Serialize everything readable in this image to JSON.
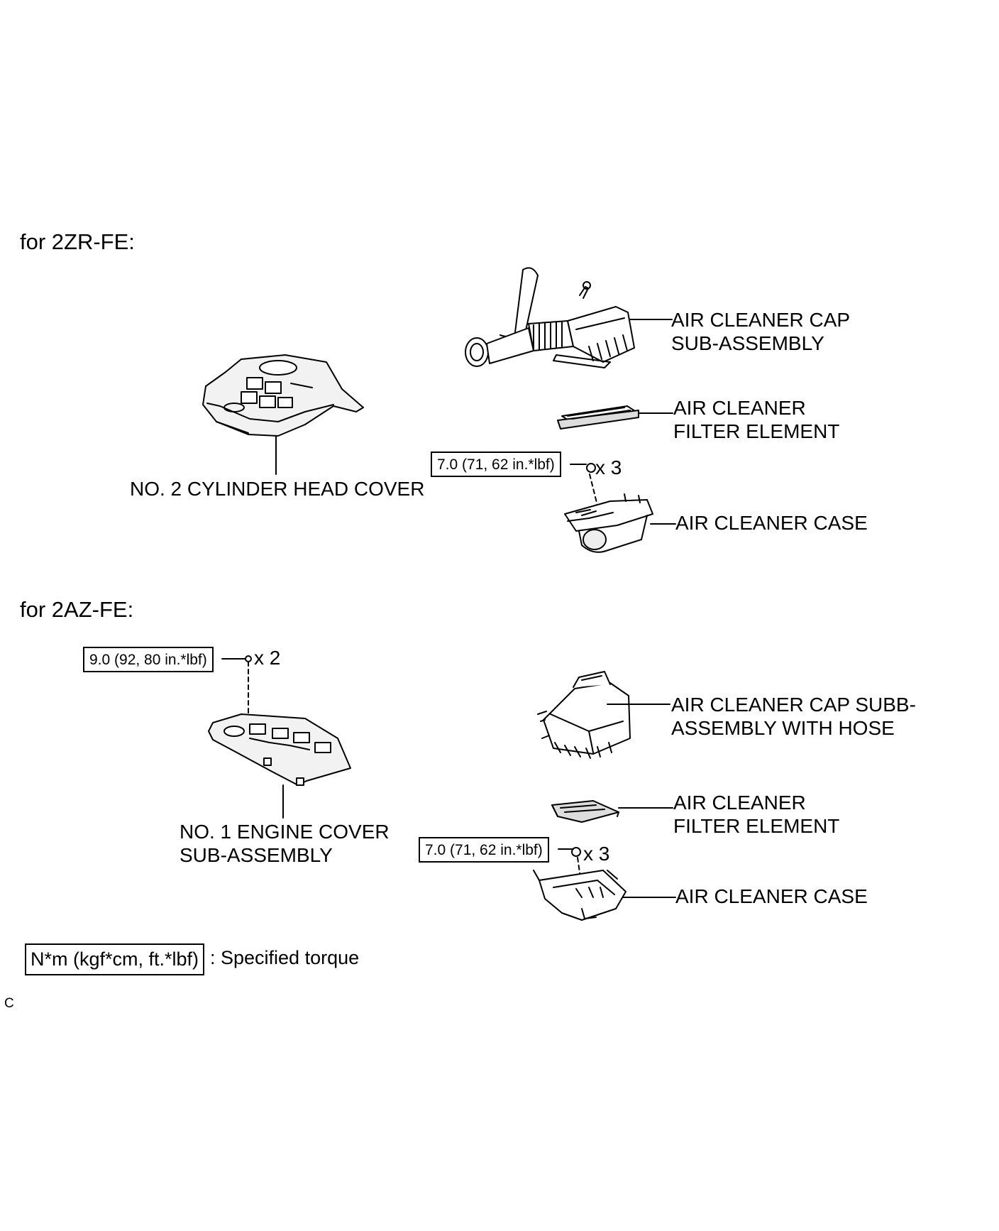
{
  "sections": [
    {
      "title": "for 2ZR-FE:",
      "labels": {
        "head_cover": "NO. 2 CYLINDER HEAD COVER",
        "cap": [
          "AIR CLEANER CAP",
          "SUB-ASSEMBLY"
        ],
        "filter": [
          "AIR CLEANER",
          "FILTER ELEMENT"
        ],
        "case": "AIR CLEANER CASE"
      },
      "torques": [
        {
          "value": "7.0 (71, 62 in.*lbf)",
          "qty": "x 3"
        }
      ]
    },
    {
      "title": "for 2AZ-FE:",
      "labels": {
        "engine_cover": [
          "NO. 1 ENGINE COVER",
          "SUB-ASSEMBLY"
        ],
        "cap": [
          "AIR CLEANER CAP SUBB-",
          "ASSEMBLY WITH HOSE"
        ],
        "filter": [
          "AIR CLEANER",
          "FILTER ELEMENT"
        ],
        "case": "AIR CLEANER CASE"
      },
      "torques": [
        {
          "value": "9.0 (92, 80 in.*lbf)",
          "qty": "x 2"
        },
        {
          "value": "7.0 (71, 62 in.*lbf)",
          "qty": "x 3"
        }
      ]
    }
  ],
  "legend": {
    "unit": "N*m (kgf*cm, ft.*lbf)",
    "text": ": Specified torque"
  },
  "footer_mark": "C"
}
